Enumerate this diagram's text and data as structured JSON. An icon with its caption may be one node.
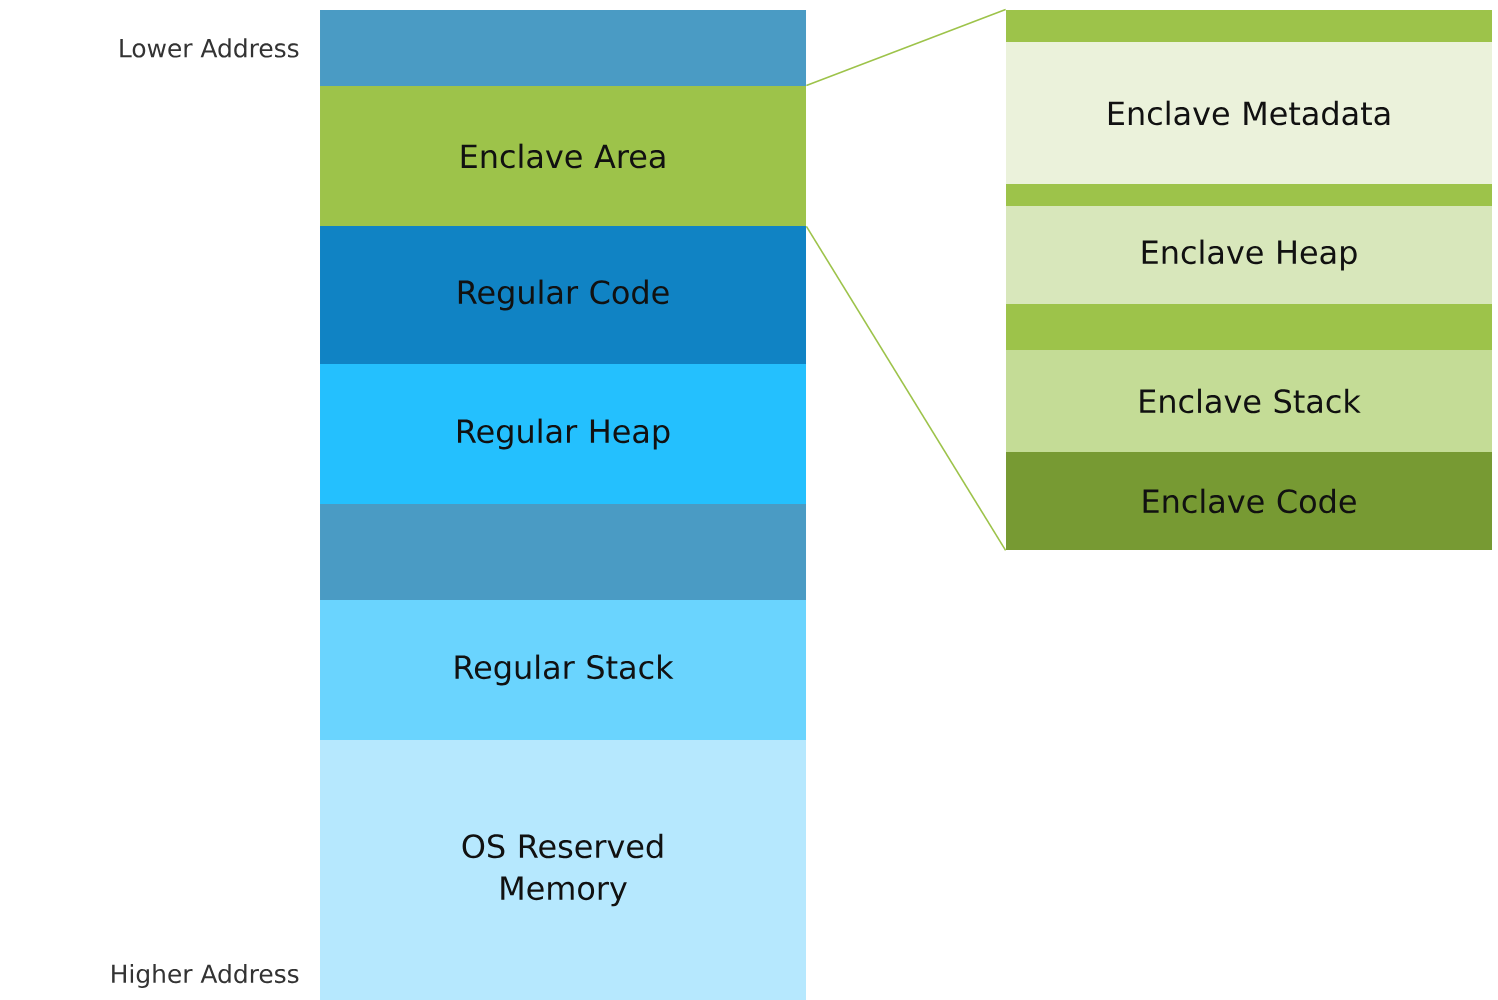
{
  "diagram": {
    "nodes": [
      {
        "text": [],
        "shape": "bar"
      },
      {
        "text": [
          "Enclave Area"
        ]
      },
      {
        "text": [
          "Regular Code"
        ]
      },
      {
        "text": [
          "Regular Heap"
        ]
      },
      {
        "text": [],
        "shape": "bar"
      },
      {
        "text": [
          "Regular Stack"
        ]
      },
      {
        "text": [
          "OS Reserved Memory"
        ]
      },
      {
        "text": [],
        "shape": "bar"
      },
      {
        "text": [
          "Enclave Metadata"
        ]
      },
      {
        "text": [],
        "shape": "bar"
      },
      {
        "text": [
          "Enclave Heap"
        ]
      },
      {
        "text": [],
        "shape": "bar"
      },
      {
        "text": [
          "Enclave Stack"
        ]
      },
      {
        "text": [
          "Enclave Code"
        ]
      }
    ],
    "edges": [
      {
        "from": 1,
        "to": 7,
        "arrow": "none"
      },
      {
        "from": 1,
        "to": 13,
        "arrow": "none"
      }
    ],
    "labels": [
      "Lower Address",
      "Higher Address"
    ]
  }
}
